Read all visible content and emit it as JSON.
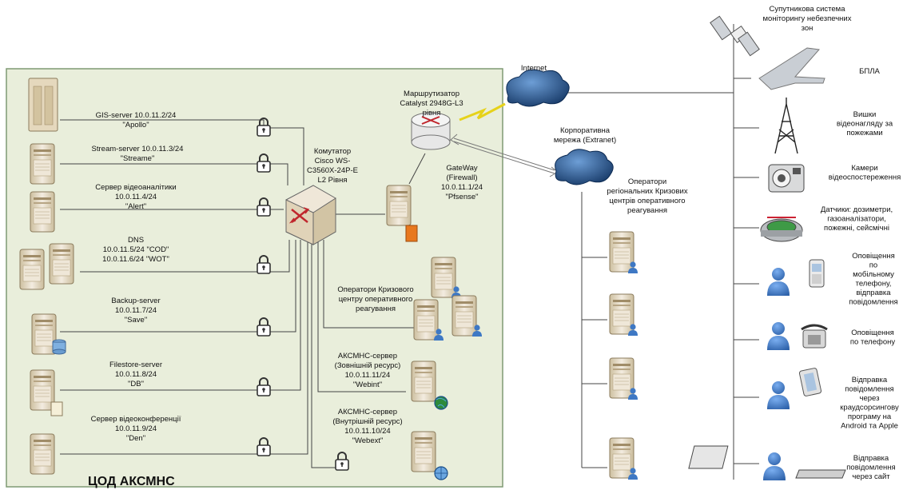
{
  "zone": {
    "title": "ЦОД АКСМНС"
  },
  "servers": [
    {
      "line1": "GIS-server 10.0.11.2/24",
      "line2": "\"Apollo\""
    },
    {
      "line1": "Stream-server 10.0.11.3/24",
      "line2": "\"Streame\""
    },
    {
      "line1": "Сервер відеоаналітики",
      "line2": "10.0.11.4/24",
      "line3": "\"Alert\""
    },
    {
      "line1": "DNS",
      "line2": "10.0.11.5/24 \"COD\"",
      "line3": "10.0.11.6/24 \"WOT\""
    },
    {
      "line1": "Backup-server",
      "line2": "10.0.11.7/24",
      "line3": "\"Save\""
    },
    {
      "line1": "Filestore-server",
      "line2": "10.0.11.8/24",
      "line3": "\"DB\""
    },
    {
      "line1": "Сервер відеоконференції",
      "line2": "10.0.11.9/24",
      "line3": "\"Den\""
    }
  ],
  "switch": {
    "line1": "Комутатор",
    "line2": "Cisco WS-",
    "line3": "C3560X-24P-E",
    "line4": "L2 Рівня"
  },
  "router": {
    "line1": "Маршрутизатор",
    "line2": "Catalyst 2948G-L3",
    "line3": "рівня"
  },
  "gateway": {
    "line1": "GateWay",
    "line2": "(Firewall)",
    "line3": "10.0.11.1/24",
    "line4": "\"Pfsense\""
  },
  "crisis_ops": {
    "line1": "Оператори Кризового",
    "line2": "центру оперативного",
    "line3": "реагування"
  },
  "ext_server": {
    "line1": "АКСМНС-сервер",
    "line2": "(Зовнішній ресурс)",
    "line3": "10.0.11.11/24",
    "line4": "\"Webint\""
  },
  "int_server": {
    "line1": "АКСМНС-сервер",
    "line2": "(Внутрішній ресурс)",
    "line3": "10.0.11.10/24",
    "line4": "\"Webext\""
  },
  "internet": {
    "label": "Internet"
  },
  "extranet": {
    "line1": "Корпоративна",
    "line2": "мережа (Extranet)"
  },
  "regional": {
    "line1": "Оператори",
    "line2": "регіональних Кризових",
    "line3": "центрів оперативного",
    "line4": "реагування"
  },
  "satellite": {
    "line1": "Супутникова система",
    "line2": "моніторингу небезпечних",
    "line3": "зон"
  },
  "right_items": [
    {
      "lines": [
        "БПЛА"
      ]
    },
    {
      "lines": [
        "Вишки",
        "відеонагляду за",
        "пожежами"
      ]
    },
    {
      "lines": [
        "Камери",
        "відеоспостереження"
      ]
    },
    {
      "lines": [
        "Датчики: дозиметри,",
        "газоаналізатори,",
        "пожежні, сейсмічні"
      ]
    },
    {
      "lines": [
        "Оповіщення",
        "по",
        "мобільному",
        "телефону,",
        "відправка",
        "повідомлення"
      ]
    },
    {
      "lines": [
        "Оповіщення",
        "по телефону"
      ]
    },
    {
      "lines": [
        "Відправка",
        "повідомлення",
        "через",
        "краудсорсингову",
        "програму на",
        "Android та Apple"
      ]
    },
    {
      "lines": [
        "Відправка",
        "повідомлення",
        "через сайт"
      ]
    }
  ],
  "colors": {
    "zone_fill": "#e9eedb",
    "zone_stroke": "#7f9a74",
    "cloud": "#1f4f86",
    "person": "#3e78c4",
    "server": "#e6ddc8"
  }
}
